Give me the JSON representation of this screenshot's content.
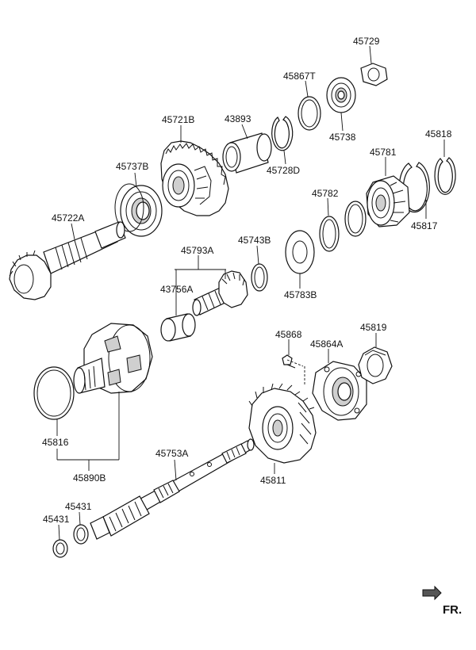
{
  "labels": {
    "p45729": "45729",
    "p45867T": "45867T",
    "p45738": "45738",
    "p45721B": "45721B",
    "p43893": "43893",
    "p45728D": "45728D",
    "p45818": "45818",
    "p45781": "45781",
    "p45817": "45817",
    "p45737B": "45737B",
    "p45782": "45782",
    "p45722A": "45722A",
    "p45743B": "45743B",
    "p45783B": "45783B",
    "p45793A": "45793A",
    "p43756A": "43756A",
    "p45868": "45868",
    "p45864A": "45864A",
    "p45819": "45819",
    "p45816": "45816",
    "p45890B": "45890B",
    "p45753A": "45753A",
    "p45811": "45811",
    "p45431a": "45431",
    "p45431b": "45431"
  },
  "direction": {
    "text": "FR."
  }
}
